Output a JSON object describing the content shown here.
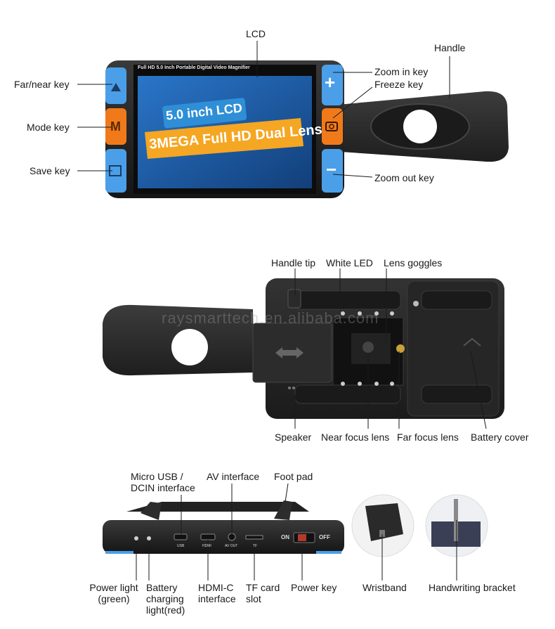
{
  "top_view": {
    "screen_header": "Full HD 5.0 Inch Portable Digital Video Magnifier",
    "banner_line1": "5.0 inch LCD",
    "banner_line2": "3MEGA Full HD Dual Lens",
    "labels": {
      "lcd": "LCD",
      "handle": "Handle",
      "far_near_key": "Far/near key",
      "mode_key": "Mode key",
      "save_key": "Save key",
      "zoom_in_key": "Zoom in key",
      "freeze_key": "Freeze key",
      "zoom_out_key": "Zoom out key"
    },
    "key_glyphs": {
      "mode": "M",
      "zoom_in": "+",
      "zoom_out": "−"
    }
  },
  "back_view": {
    "watermark": "raysmarttech.en.alibaba.com",
    "labels": {
      "handle_tip": "Handle tip",
      "white_led": "White LED",
      "lens_goggles": "Lens goggles",
      "speaker": "Speaker",
      "near_focus_lens": "Near focus lens",
      "far_focus_lens": "Far focus lens",
      "battery_cover": "Battery cover"
    }
  },
  "side_view": {
    "labels": {
      "micro_usb_line1": "Micro USB /",
      "micro_usb_line2": "DCIN interface",
      "av_interface": "AV interface",
      "foot_pad": "Foot pad",
      "power_light_line1": "Power light",
      "power_light_line2": "(green)",
      "battery_light_line1": "Battery",
      "battery_light_line2": "charging",
      "battery_light_line3": "light(red)",
      "hdmi_line1": "HDMI-C",
      "hdmi_line2": "interface",
      "tf_line1": "TF card",
      "tf_line2": "slot",
      "power_key": "Power key",
      "wristband": "Wristband",
      "handwriting_bracket": "Handwriting bracket"
    },
    "port_marks": {
      "usb": "USB",
      "hdmi": "HDMI",
      "av": "AV OUT",
      "tf": "TF",
      "on": "ON",
      "off": "OFF"
    }
  },
  "colors": {
    "key_blue": "#4a9fe8",
    "key_orange": "#f07a1a",
    "body": "#2a2a2a",
    "screen_blue": "#1e5fb0",
    "banner_yellow": "#f5a623"
  }
}
